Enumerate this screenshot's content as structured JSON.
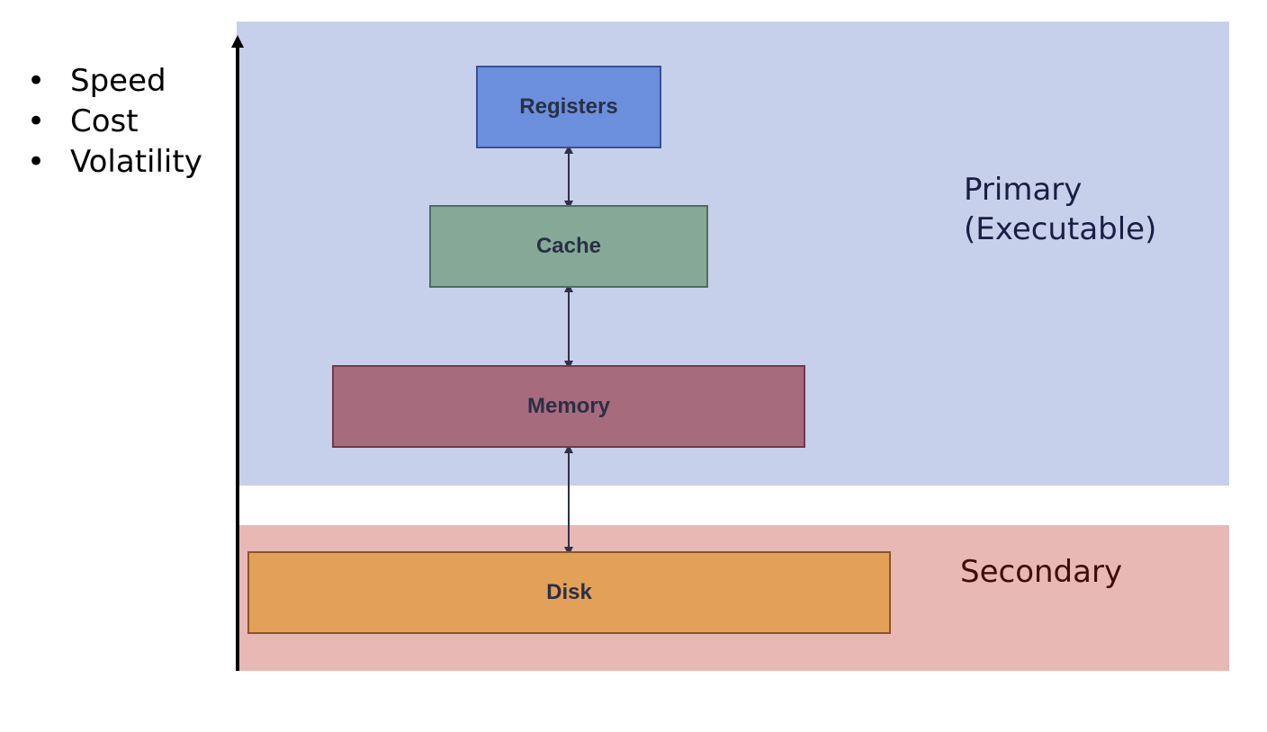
{
  "diagram": {
    "properties": [
      "Speed",
      "Cost",
      "Volatility"
    ],
    "bullet_glyph": "•",
    "regions": {
      "primary": {
        "label": "Primary\n(Executable)",
        "fill": "#c7d0ea",
        "text_color": "#1b1e44"
      },
      "secondary": {
        "label": "Secondary",
        "fill": "#e8b8b4",
        "text_color": "#3d0b0b"
      }
    },
    "levels": [
      {
        "id": "registers",
        "label": "Registers",
        "fill": "#6b8fdc",
        "border": "#3a4f96"
      },
      {
        "id": "cache",
        "label": "Cache",
        "fill": "#85a996",
        "border": "#4f6e5c"
      },
      {
        "id": "memory",
        "label": "Memory",
        "fill": "#a76b7e",
        "border": "#703a4f"
      },
      {
        "id": "disk",
        "label": "Disk",
        "fill": "#e3a059",
        "border": "#8a5526"
      }
    ],
    "text_color": "#2a2f45",
    "connector_color": "#2e3148",
    "axis_color": "#000000",
    "axis_direction": "up"
  }
}
